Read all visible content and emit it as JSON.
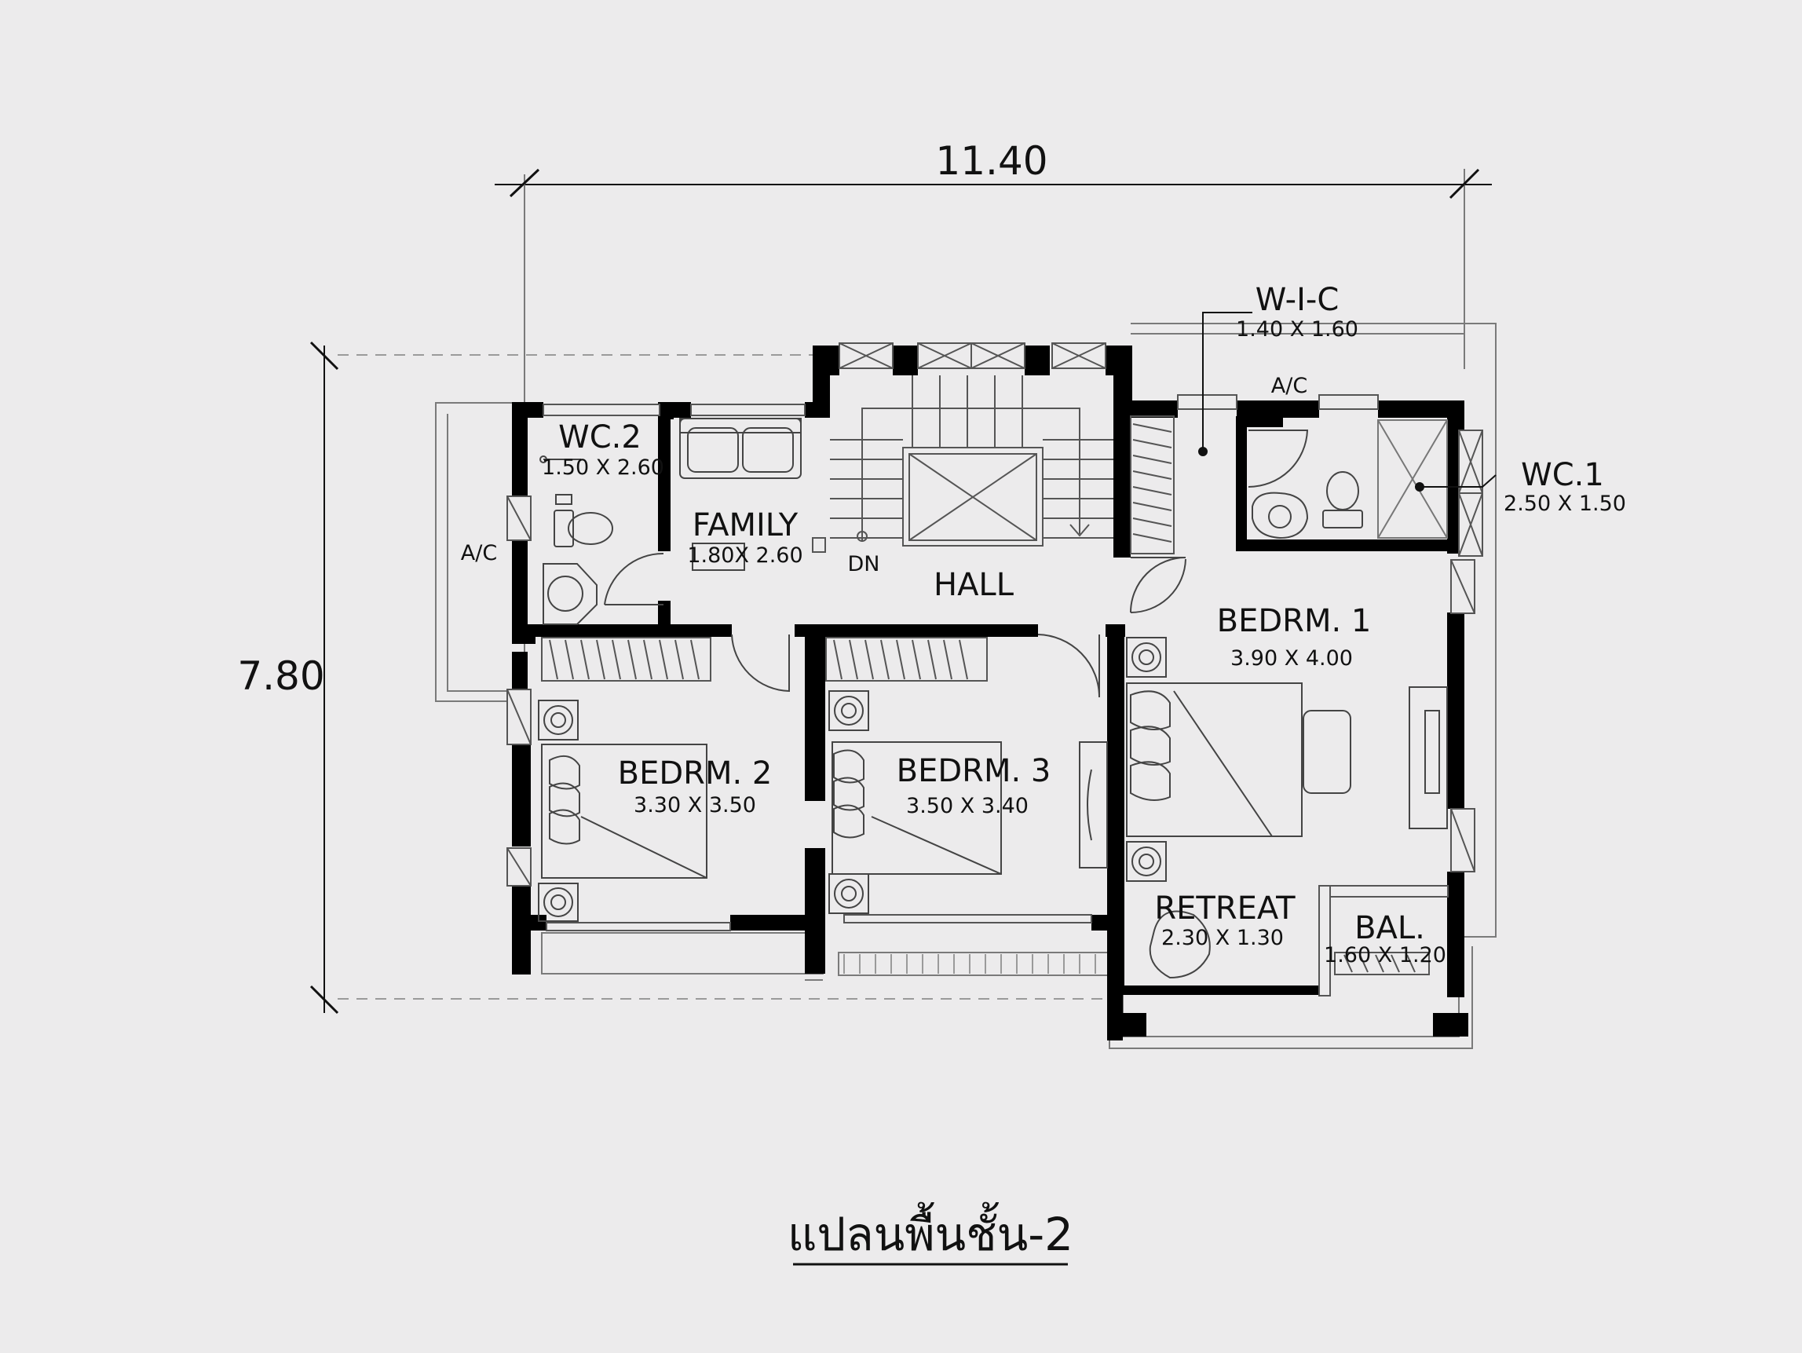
{
  "drawing_title": "แปลนพื้นชั้น-2",
  "dimensions": {
    "width": "11.40",
    "depth": "7.80"
  },
  "labels": {
    "dn": "DN",
    "ac_left": "A/C",
    "ac_top": "A/C"
  },
  "rooms": {
    "wc2": {
      "name": "WC.2",
      "size": "1.50 X 2.60"
    },
    "family": {
      "name": "FAMILY",
      "size": "1.80X 2.60"
    },
    "hall": {
      "name": "HALL"
    },
    "wic": {
      "name": "W-I-C",
      "size": "1.40 X 1.60"
    },
    "wc1": {
      "name": "WC.1",
      "size": "2.50 X 1.50"
    },
    "bedrm1": {
      "name": "BEDRM. 1",
      "size": "3.90 X 4.00"
    },
    "bedrm2": {
      "name": "BEDRM. 2",
      "size": "3.30 X 3.50"
    },
    "bedrm3": {
      "name": "BEDRM. 3",
      "size": "3.50 X 3.40"
    },
    "retreat": {
      "name": "RETREAT",
      "size": "2.30 X 1.30"
    },
    "bal": {
      "name": "BAL.",
      "size": "1.60 X 1.20"
    }
  }
}
